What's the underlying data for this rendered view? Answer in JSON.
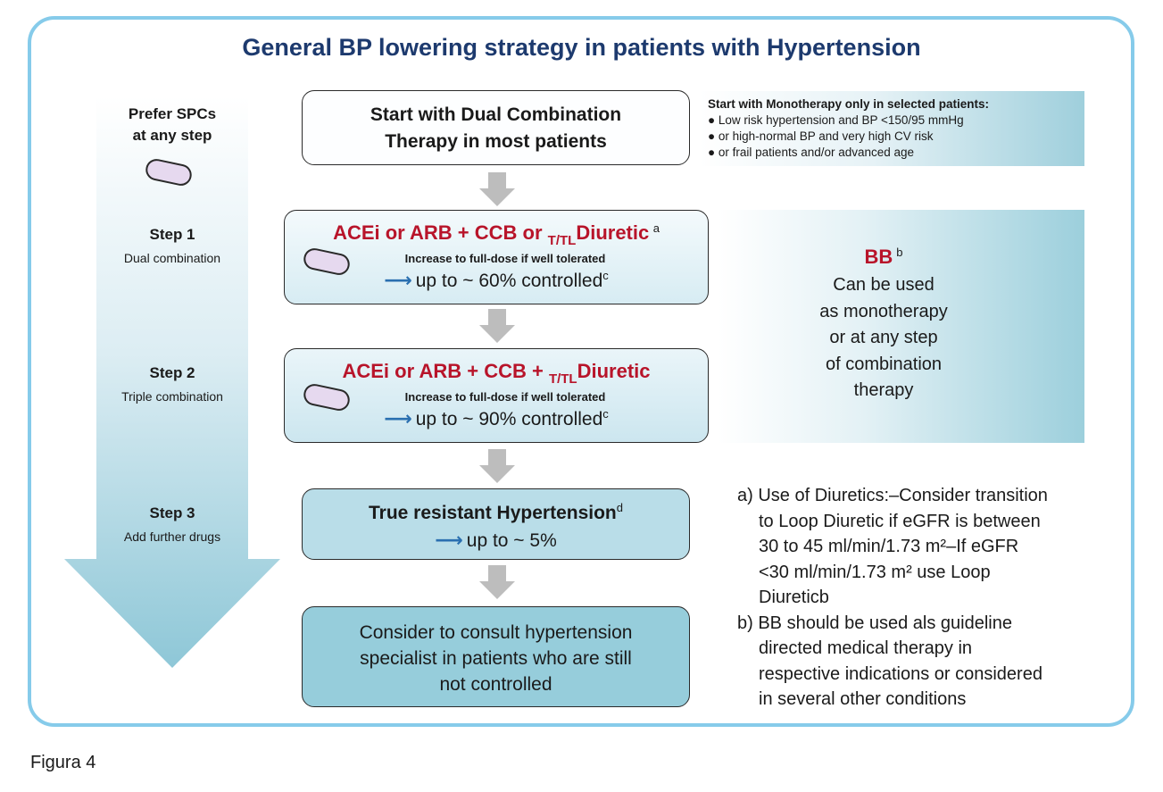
{
  "title": "General BP lowering strategy in patients with Hypertension",
  "left": {
    "prefer": [
      "Prefer SPCs",
      "at any step"
    ],
    "step1": {
      "title": "Step 1",
      "sub": "Dual combination"
    },
    "step2": {
      "title": "Step 2",
      "sub": "Triple combination"
    },
    "step3": {
      "title": "Step 3",
      "sub": "Add further drugs"
    }
  },
  "box1": {
    "line1": "Start with Dual Combination",
    "line2": "Therapy in most patients"
  },
  "box2": {
    "drug_a": "ACEi or ARB + CCB or ",
    "sub": "T/TL",
    "drug_b": "Diuretic",
    "sup": "a",
    "increase": "Increase to full-dose if well tolerated",
    "controlled": "up to ~ 60% controlled",
    "controlled_sup": "c"
  },
  "box3": {
    "drug_a": "ACEi or ARB + CCB + ",
    "sub": "T/TL",
    "drug_b": "Diuretic",
    "increase": "Increase to full-dose if well tolerated",
    "controlled": "up to ~ 90% controlled",
    "controlled_sup": "c"
  },
  "box4": {
    "title": "True resistant Hypertension",
    "sup": "d",
    "controlled": "up to ~ 5%"
  },
  "box5": {
    "line1": "Consider to consult hypertension",
    "line2": "specialist in patients who are still",
    "line3": "not controlled"
  },
  "note_top": {
    "heading": "Start with Monotherapy only in selected patients:",
    "items": [
      "Low risk hypertension and BP <150/95 mmHg",
      "or high-normal BP and very high CV risk",
      "or  frail patients and/or advanced age"
    ]
  },
  "bb": {
    "title": "BB",
    "sup": "b",
    "lines": [
      "Can be used",
      "as monotherapy",
      "or at any step",
      "of combination",
      "therapy"
    ]
  },
  "footnotes": {
    "a": [
      "a) Use of Diuretics:–Consider transition",
      "to Loop Diuretic if eGFR is between",
      "30 to 45 ml/min/1.73 m²–If eGFR",
      "<30 ml/min/1.73 m² use Loop",
      "Diureticb"
    ],
    "b": [
      "b) BB should be used als guideline",
      "directed medical therapy in",
      "respective indications or considered",
      "in several other conditions"
    ]
  },
  "caption": "Figura 4",
  "colors": {
    "title": "#1d3a6e",
    "red": "#b8142a",
    "frame": "#86cbea",
    "arrow_grey": "#bdbdbd",
    "blue_arrow": "#2a6fb0"
  }
}
